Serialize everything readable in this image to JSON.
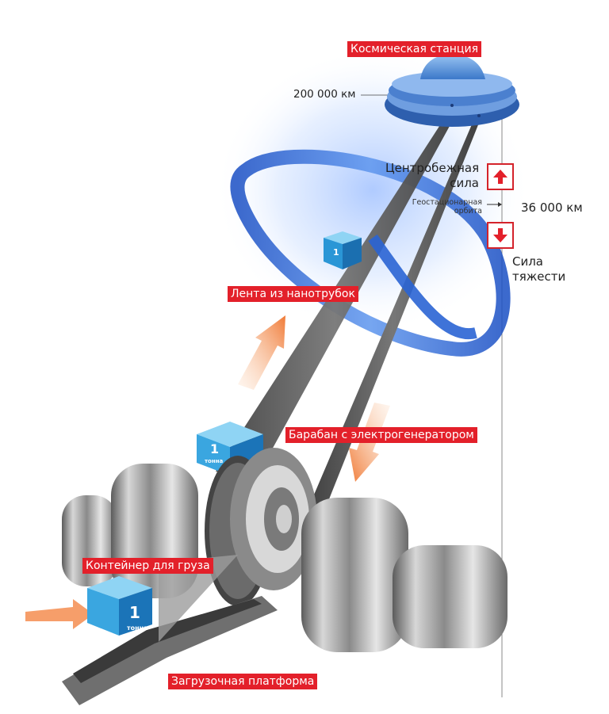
{
  "labels": {
    "station": "Космическая станция",
    "distance_station": "200 000 км",
    "centrifugal": "Центробежная\nсила",
    "geo_orbit": "Геостационарная\nорбита",
    "distance_geo": "36 000 км",
    "gravity": "Сила\nтяжести",
    "ribbon": "Лента из нанотрубок",
    "drum": "Барабан с электрогенератором",
    "container": "Контейнер для груза",
    "platform": "Загрузочная платформа"
  },
  "cargo": {
    "number": "1",
    "unit": "тонна"
  },
  "colors": {
    "tag_red": "#e3202a",
    "orbit_blue": "#2f6fd6",
    "cube_blue": "#3aa6e0",
    "arrow_orange": "#f58a4b",
    "metal": "#9a9a9a"
  },
  "icons": {
    "up": "arrow-up-icon",
    "down": "arrow-down-icon"
  }
}
